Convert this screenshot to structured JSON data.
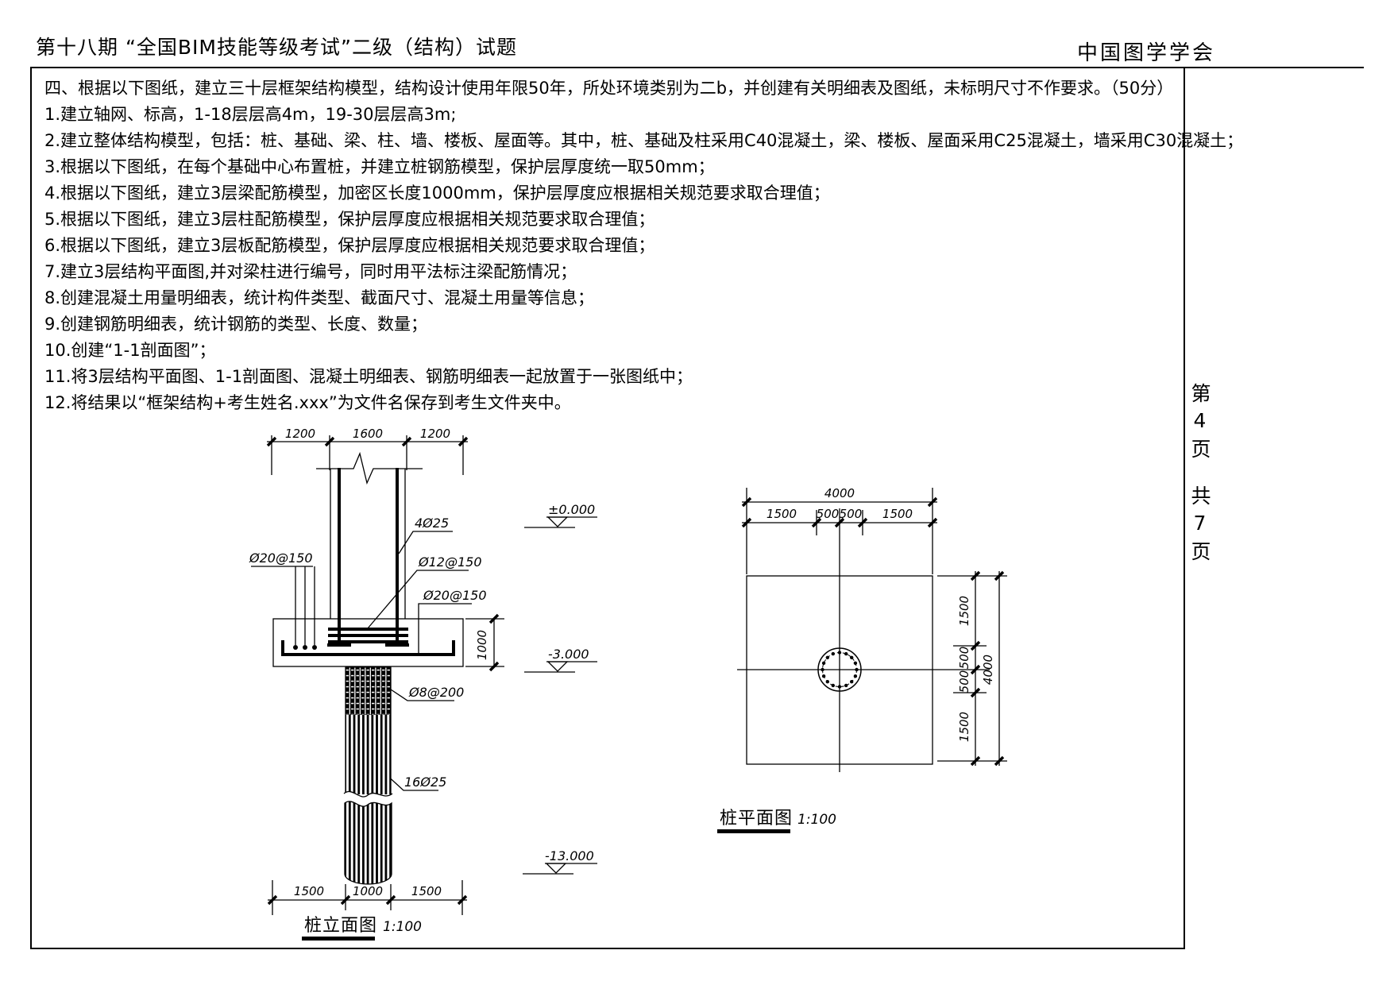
{
  "header": {
    "title_left": "第十八期 “全国BIM技能等级考试”二级（结构）试题",
    "title_right": "中国图学学会"
  },
  "task": {
    "intro": "四、根据以下图纸，建立三十层框架结构模型，结构设计使用年限50年，所处环境类别为二b，并创建有关明细表及图纸，未标明尺寸不作要求。（50分）",
    "items": [
      "1.建立轴网、标高，1-18层层高4m，19-30层层高3m;",
      "2.建立整体结构模型，包括：桩、基础、梁、柱、墙、楼板、屋面等。其中，桩、基础及柱采用C40混凝土，梁、楼板、屋面采用C25混凝土，墙采用C30混凝土；",
      "3.根据以下图纸，在每个基础中心布置桩，并建立桩钢筋模型，保护层厚度统一取50mm；",
      "4.根据以下图纸，建立3层梁配筋模型，加密区长度1000mm，保护层厚度应根据相关规范要求取合理值；",
      "5.根据以下图纸，建立3层柱配筋模型，保护层厚度应根据相关规范要求取合理值；",
      "6.根据以下图纸，建立3层板配筋模型，保护层厚度应根据相关规范要求取合理值；",
      "7.建立3层结构平面图,并对梁柱进行编号，同时用平法标注梁配筋情况；",
      "8.创建混凝土用量明细表，统计构件类型、截面尺寸、混凝土用量等信息；",
      "9.创建钢筋明细表，统计钢筋的类型、长度、数量；",
      "10.创建“1-1剖面图”；",
      "11.将3层结构平面图、1-1剖面图、混凝土明细表、钢筋明细表一起放置于一张图纸中；",
      "12.将结果以“框架结构+考生姓名.xxx”为文件名保存到考生文件夹中。"
    ]
  },
  "page_indicator": {
    "line1": "第4页",
    "line2": "共7页"
  },
  "elevation": {
    "title": "桩立面图",
    "scale": "1:100",
    "dims_top": [
      "1200",
      "1600",
      "1200"
    ],
    "dims_bottom": [
      "1500",
      "1000",
      "1500"
    ],
    "cap_height": "1000",
    "levels": {
      "ground": "±0.000",
      "cap_bottom": "-3.000",
      "pile_bottom": "-13.000"
    },
    "labels": {
      "column_bars": "4Ø25",
      "cap_top_bars": "Ø20@150",
      "stirrups": "Ø12@150",
      "cap_bottom_bars": "Ø20@150",
      "spiral": "Ø8@200",
      "pile_bars": "16Ø25"
    }
  },
  "plan": {
    "title": "桩平面图",
    "scale": "1:100",
    "dim_overall_top": "4000",
    "dims_top": [
      "1500",
      "500",
      "500",
      "1500"
    ],
    "dim_overall_right": "4000",
    "dims_right": [
      "1500",
      "500",
      "500",
      "1500"
    ]
  }
}
